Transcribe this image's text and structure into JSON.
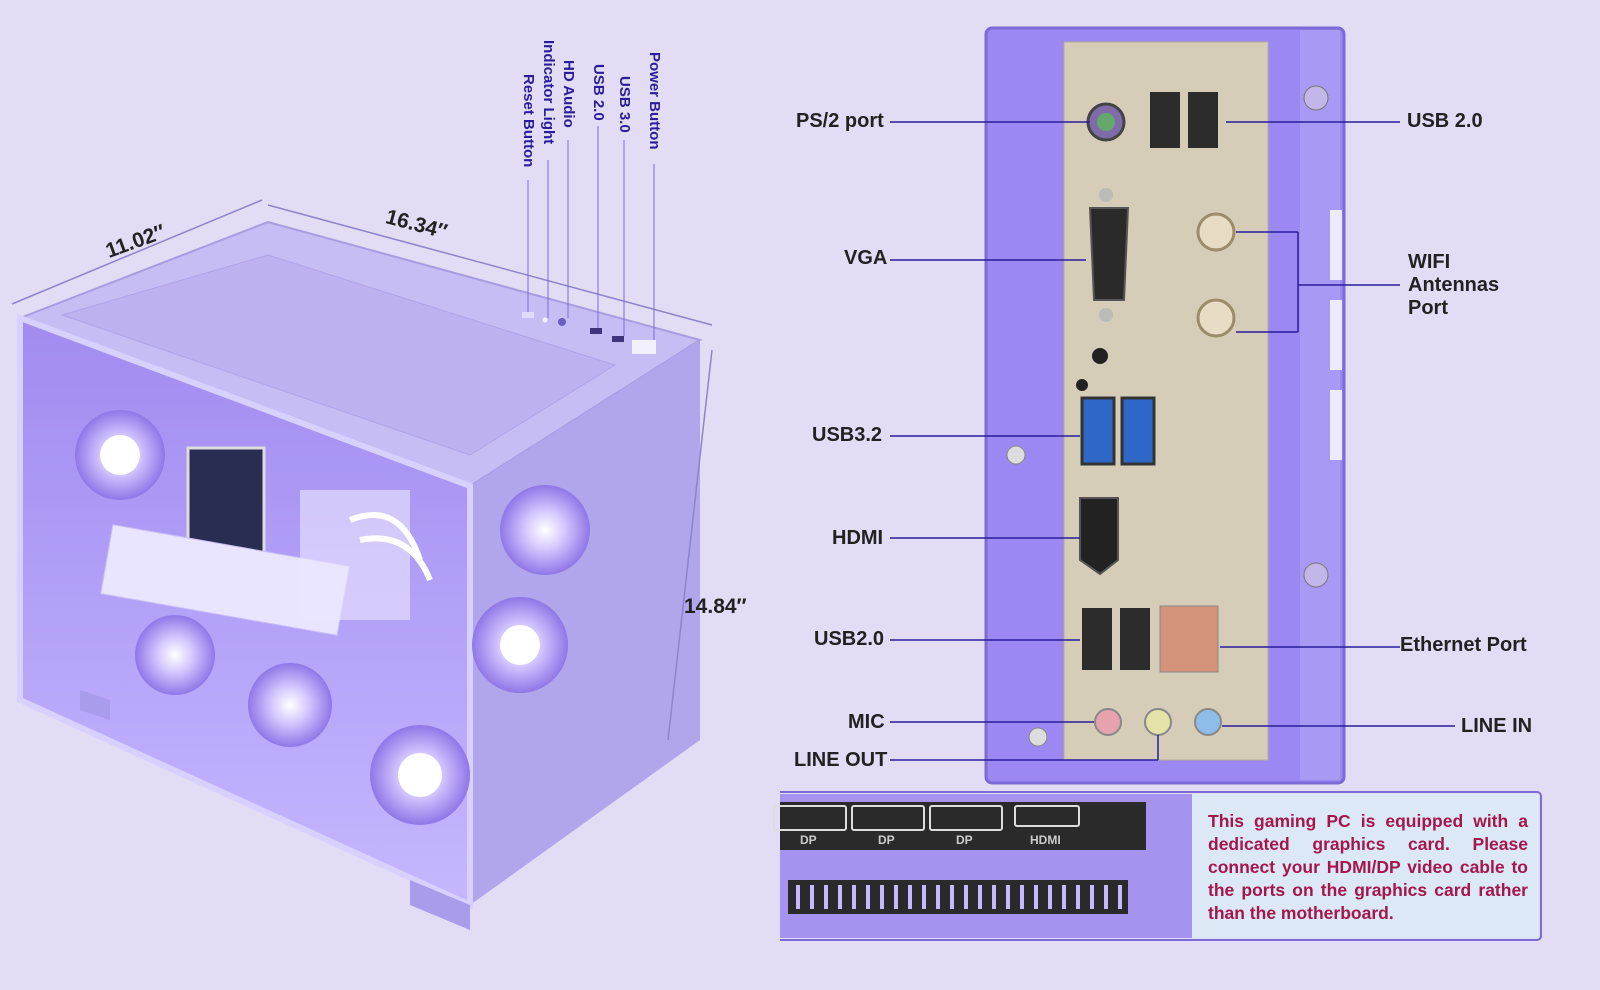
{
  "case_dimensions": {
    "depth": "11.02″",
    "width": "16.34″",
    "height": "14.84″"
  },
  "front_panel": [
    {
      "label": "Reset Button"
    },
    {
      "label": "Indicator Light"
    },
    {
      "label": "HD Audio"
    },
    {
      "label": "USB 2.0"
    },
    {
      "label": "USB 3.0"
    },
    {
      "label": "Power Button"
    }
  ],
  "rear_io": {
    "left_labels": [
      "PS/2 port",
      "VGA",
      "USB3.2",
      "HDMI",
      "USB2.0",
      "MIC",
      "LINE OUT"
    ],
    "right_labels": [
      "USB 2.0",
      "WIFI Antennas Port",
      "Ethernet Port",
      "LINE IN"
    ],
    "wifi_lines": [
      "WIFI",
      "Antennas",
      "Port"
    ]
  },
  "gpu_panel": {
    "ports": [
      "DP",
      "DP",
      "DP",
      "HDMI"
    ],
    "note": "This gaming PC is equipped with a dedicated graphics card. Please connect your HDMI/DP video cable to the ports on the graphics card rather than the motherboard."
  },
  "colors": {
    "background": "#e2ddf5",
    "case": "#b3a6f0",
    "leader_line": "#2a1c9a",
    "note_text": "#a3174b",
    "io_shield": "#d6cdb8"
  }
}
